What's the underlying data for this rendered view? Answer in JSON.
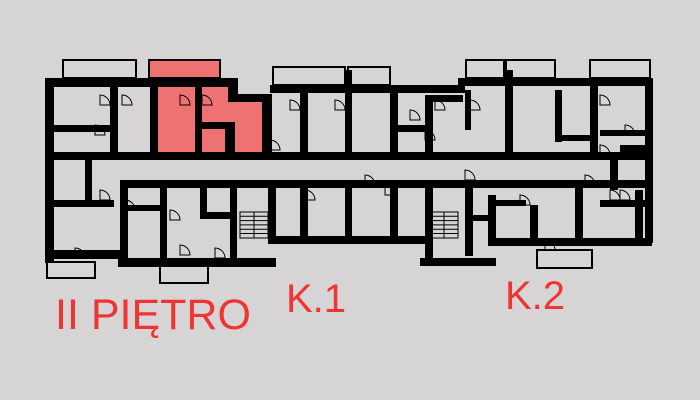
{
  "plan": {
    "floor_label": "II PIĘTRO",
    "staircases": [
      "K.1",
      "K.2"
    ],
    "highlight_color": "#ee7272",
    "wall_color": "#000000",
    "label_color": "#f03434"
  }
}
